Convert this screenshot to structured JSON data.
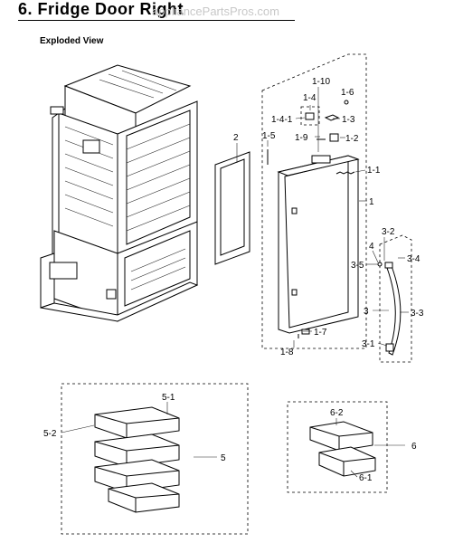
{
  "page": {
    "title": "6.  Fridge Door Right",
    "watermark": "appliancePartsPros.com",
    "subtitle": "Exploded View"
  },
  "callouts": {
    "c_1_10": "1-10",
    "c_1_4": "1-4",
    "c_1_6": "1-6",
    "c_1_4_1": "1-4-1",
    "c_1_3": "1-3",
    "c_1_9": "1-9",
    "c_1_2": "1-2",
    "c_1_5": "1-5",
    "c_2": "2",
    "c_1_1": "1-1",
    "c_1": "1",
    "c_3_2": "3-2",
    "c_4": "4",
    "c_3_5": "3-5",
    "c_3_4": "3-4",
    "c_3": "3",
    "c_3_3": "3-3",
    "c_3_1": "3-1",
    "c_1_7": "1-7",
    "c_1_8": "1-8",
    "c_5_1": "5-1",
    "c_5_2": "5-2",
    "c_5": "5",
    "c_6_2": "6-2",
    "c_6": "6",
    "c_6_1": "6-1"
  }
}
